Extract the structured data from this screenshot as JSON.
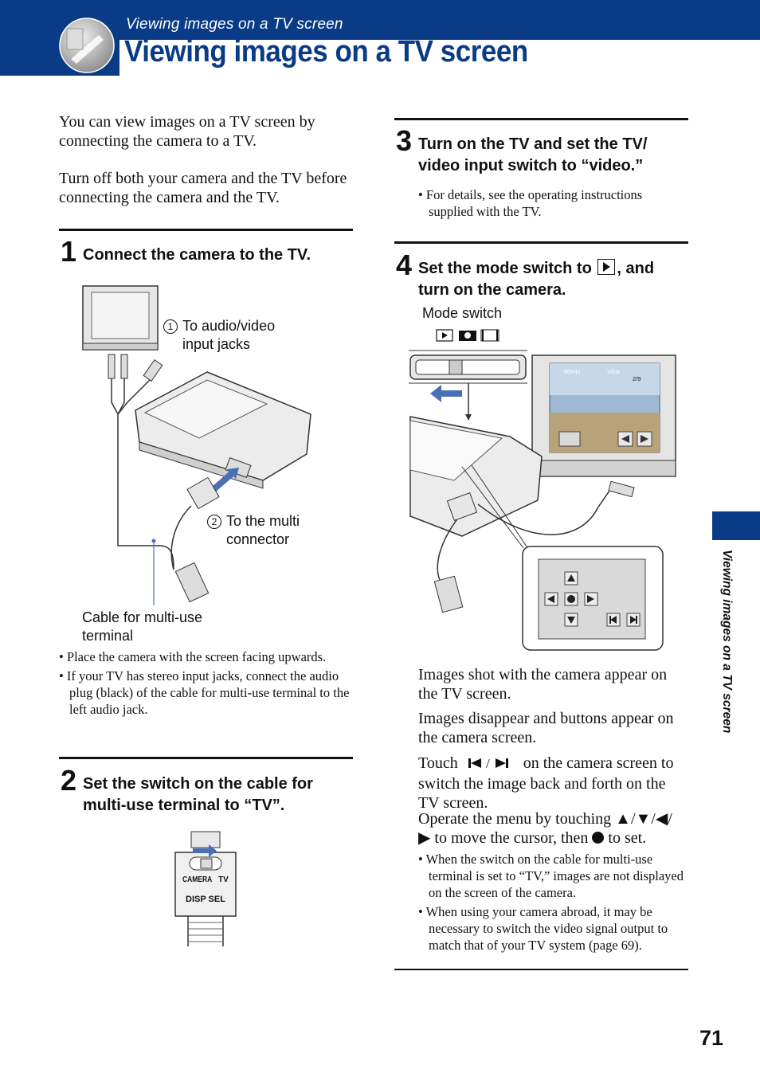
{
  "header": {
    "section": "Viewing images on a TV screen",
    "title": "Viewing images on a TV screen"
  },
  "intro": {
    "p1": "You can view images on a TV screen by connecting the camera to a TV.",
    "p2": "Turn off both your camera and the TV before connecting the camera and the TV."
  },
  "step1": {
    "num": "1",
    "title": "Connect the camera to the TV.",
    "callout1_num": "1",
    "callout1": "To audio/video input jacks",
    "callout2_num": "2",
    "callout2": "To the multi connector",
    "cable_label": "Cable for multi-use terminal",
    "notes": [
      "Place the camera with the screen facing upwards.",
      "If your TV has stereo input jacks, connect the audio plug (black) of the cable for multi-use terminal to the left audio jack."
    ]
  },
  "step2": {
    "num": "2",
    "title": "Set the switch on the cable for multi-use terminal to “TV”.",
    "switch_left": "CAMERA",
    "switch_right": "TV",
    "connector_label": "DISP SEL"
  },
  "step3": {
    "num": "3",
    "title": "Turn on the TV and set the TV/ video input switch to “video.”",
    "notes": [
      "For details, see the operating instructions supplied with the TV."
    ]
  },
  "step4": {
    "num": "4",
    "title_a": "Set the mode switch to",
    "title_b": ", and turn on the camera.",
    "mode_switch_label": "Mode switch",
    "tv_battery": "60min",
    "tv_size": "VGA",
    "tv_counter": "2/9",
    "para1": "Images shot with the camera appear on the TV screen.",
    "para2": "Images disappear and buttons appear on the camera screen.",
    "touch_a": "Touch",
    "touch_b": "on the camera screen to switch the image back and forth on the TV screen.",
    "operate_a": "Operate the menu by touching ▲/▼/◀/",
    "operate_b": "▶ to move the cursor, then",
    "operate_c": "to set.",
    "notes": [
      "When the switch on the cable for multi-use terminal is set to “TV,” images are not displayed on the screen of the camera.",
      "When using your camera abroad, it may be necessary to switch the video signal output to match that of your TV system (page 69)."
    ]
  },
  "side_tab": "Viewing images on a TV screen",
  "page_number": "71",
  "colors": {
    "brand_blue": "#0a3b87",
    "cable_blue": "#4a6fb5"
  }
}
